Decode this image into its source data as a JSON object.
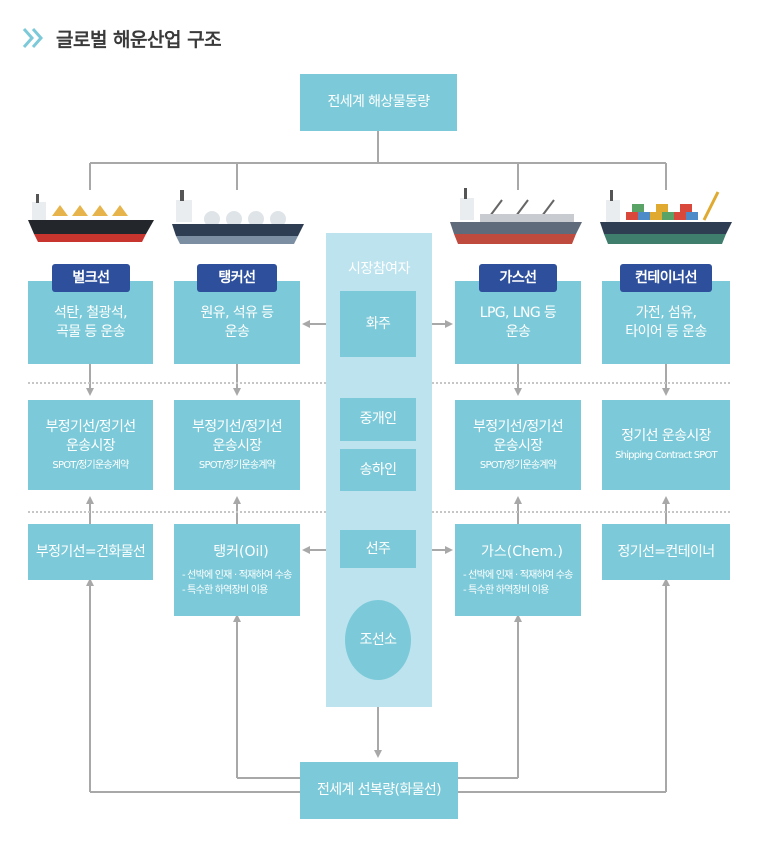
{
  "title": "글로벌 해운산업 구조",
  "top_box": "전세계 해상물동량",
  "bottom_box": "전세계 선복량(화물선)",
  "participants": {
    "header": "시장참여자",
    "shipper": "화주",
    "broker": "중개인",
    "consignee": "송하인",
    "shipowner": "선주",
    "shipyard": "조선소"
  },
  "columns": [
    {
      "label": "벌크선",
      "cargo": [
        "석탄, 철광석,",
        "곡물 등 운송"
      ],
      "market": [
        "부정기선/정기선",
        "운송시장"
      ],
      "market_sub": "SPOT/정기운송계약",
      "type_title": "부정기선=건화물선",
      "type_notes": []
    },
    {
      "label": "탱커선",
      "cargo": [
        "원유, 석유 등",
        "운송"
      ],
      "market": [
        "부정기선/정기선",
        "운송시장"
      ],
      "market_sub": "SPOT/정기운송계약",
      "type_title": "탱커(Oil)",
      "type_notes": [
        "- 선박에 인재 · 적재하여 수송",
        "- 특수한 하역장비 이용"
      ]
    },
    {
      "label": "가스선",
      "cargo": [
        "LPG, LNG 등",
        "운송"
      ],
      "market": [
        "부정기선/정기선",
        "운송시장"
      ],
      "market_sub": "SPOT/정기운송계약",
      "type_title": "가스(Chem.)",
      "type_notes": [
        "- 선박에 인재 · 적재하여 수송",
        "- 특수한 하역장비 이용"
      ]
    },
    {
      "label": "컨테이너선",
      "cargo": [
        "가전, 섬유,",
        "타이어 등 운송"
      ],
      "market": [
        "정기선 운송시장"
      ],
      "market_sub": "Shipping Contract SPOT",
      "type_title": "정기선=컨테이너",
      "type_notes": []
    }
  ],
  "colors": {
    "box": "#7ccad9",
    "panel": "#bde3ef",
    "label": "#2d4f9c",
    "line": "#a8a8a8",
    "title_chevron": "#7ccad9"
  },
  "icons": [
    "chevron-icon",
    "bulk-ship-icon",
    "tanker-ship-icon",
    "gas-ship-icon",
    "container-ship-icon"
  ]
}
